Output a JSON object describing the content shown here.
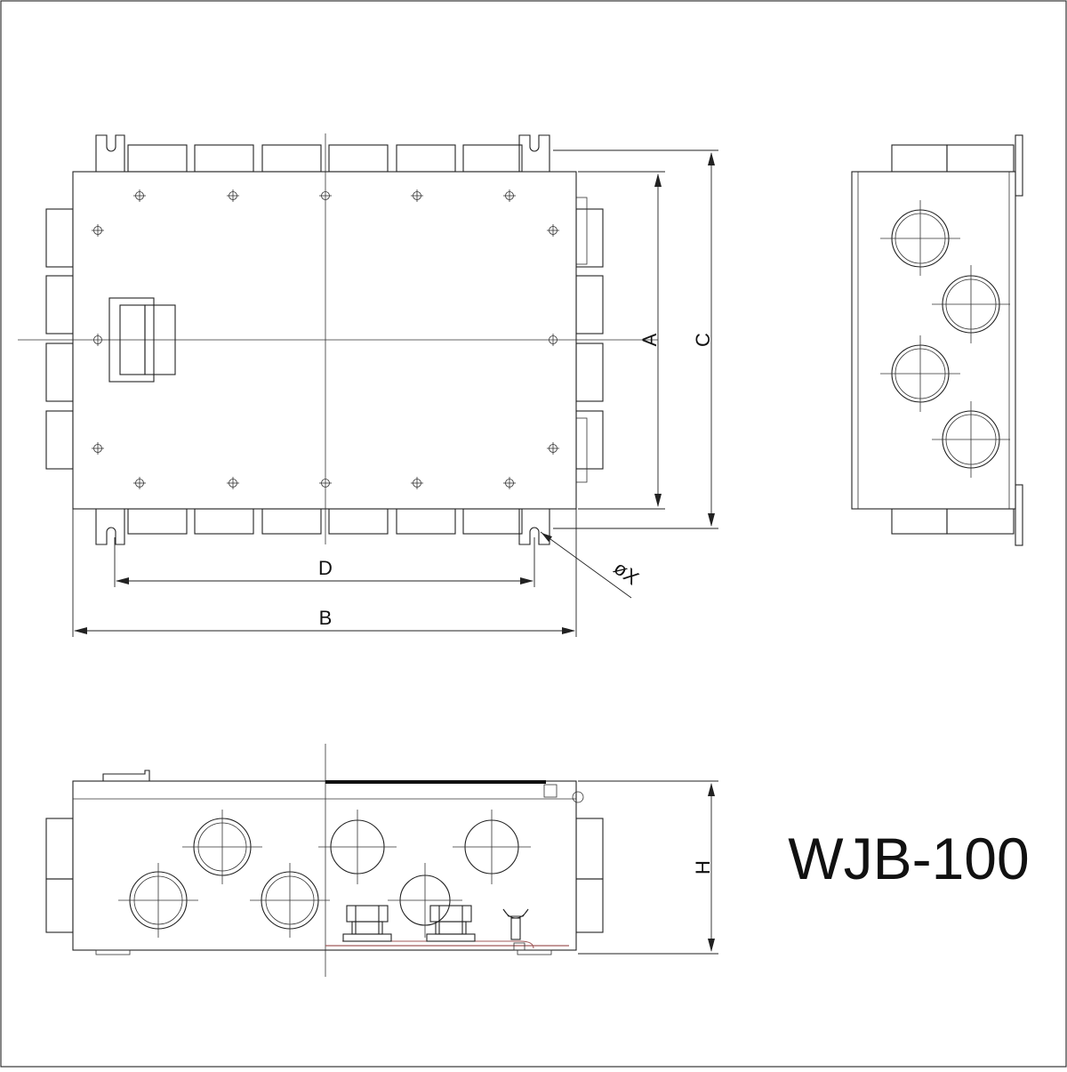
{
  "title": "WJB-100",
  "dimension_labels": {
    "a": "A",
    "b": "B",
    "c": "C",
    "d": "D",
    "h": "H",
    "x": "øX"
  }
}
